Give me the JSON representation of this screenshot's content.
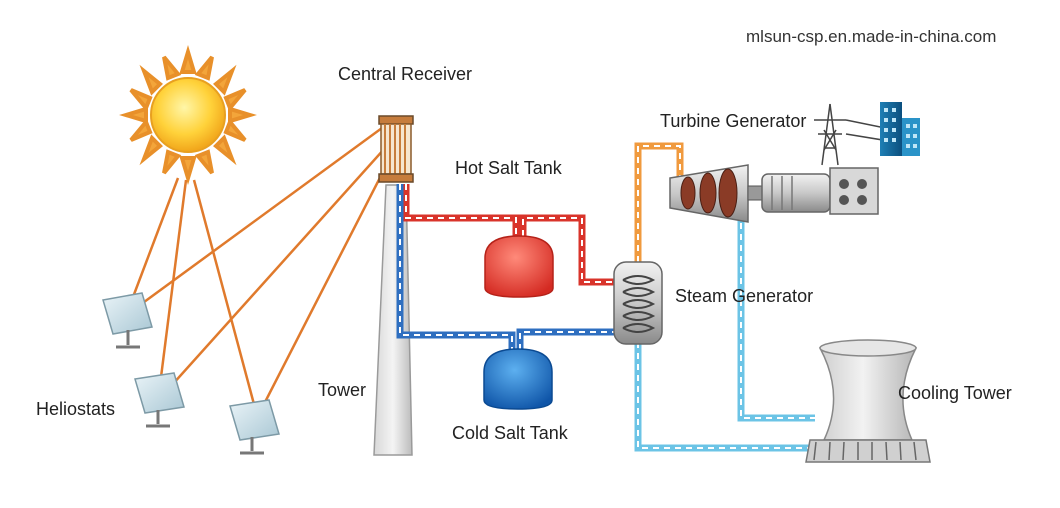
{
  "watermark": "mlsun-csp.en.made-in-china.com",
  "labels": {
    "central_receiver": "Central Receiver",
    "hot_salt_tank": "Hot Salt Tank",
    "turbine_generator": "Turbine Generator",
    "steam_generator": "Steam Generator",
    "tower": "Tower",
    "cold_salt_tank": "Cold Salt Tank",
    "heliostats": "Heliostats",
    "cooling_tower": "Cooling Tower"
  },
  "colors": {
    "sun": "#f6b21c",
    "ray": "#e07a2c",
    "hot_line": "#d9342b",
    "cold_line": "#2f6fc0",
    "water_line": "#6cc4e6",
    "steam_line": "#f09a3e"
  }
}
